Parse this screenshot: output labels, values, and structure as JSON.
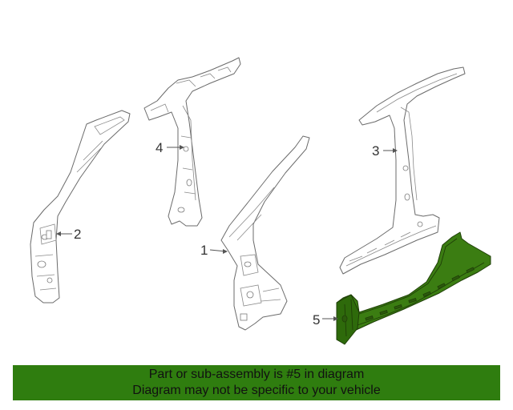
{
  "diagram": {
    "callouts": [
      {
        "id": "1",
        "label": "1"
      },
      {
        "id": "2",
        "label": "2"
      },
      {
        "id": "3",
        "label": "3"
      },
      {
        "id": "4",
        "label": "4"
      },
      {
        "id": "5",
        "label": "5"
      }
    ],
    "highlighted_part": "5",
    "highlight_color": "#3b7d12",
    "line_color": "#6b6b6b"
  },
  "banner": {
    "line1": "Part or sub-assembly is #5 in diagram",
    "line2": "Diagram may not be specific to your vehicle",
    "background": "#2f7d0f"
  }
}
